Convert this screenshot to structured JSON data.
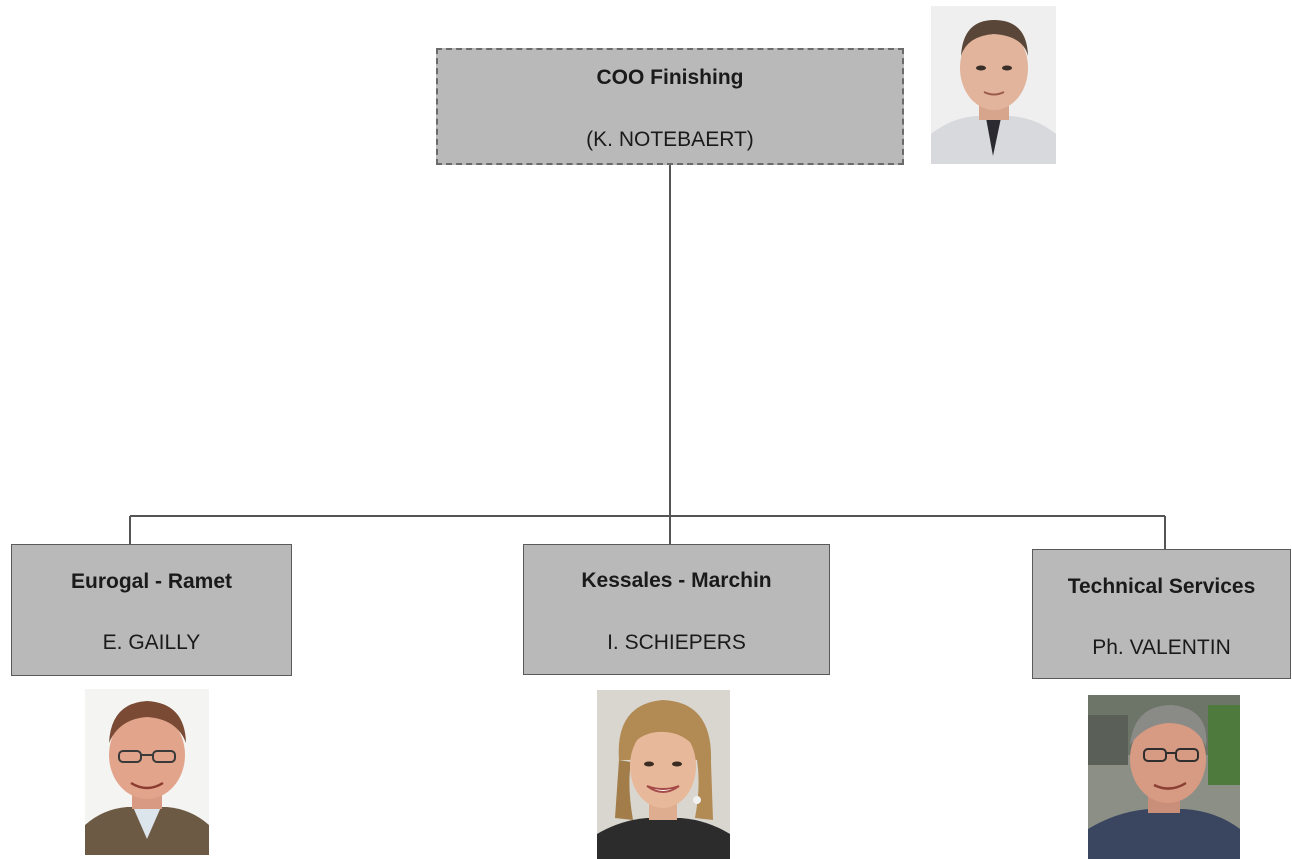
{
  "top": {
    "title": "COO Finishing",
    "name": "(K. NOTEBAERT)"
  },
  "children": [
    {
      "title": "Eurogal - Ramet",
      "name": "E. GAILLY"
    },
    {
      "title": "Kessales - Marchin",
      "name": "I. SCHIEPERS"
    },
    {
      "title": "Technical Services",
      "name": "Ph. VALENTIN"
    }
  ],
  "colors": {
    "box_fill": "#b9b9b9",
    "box_border": "#5a5a5a",
    "line": "#555555"
  }
}
